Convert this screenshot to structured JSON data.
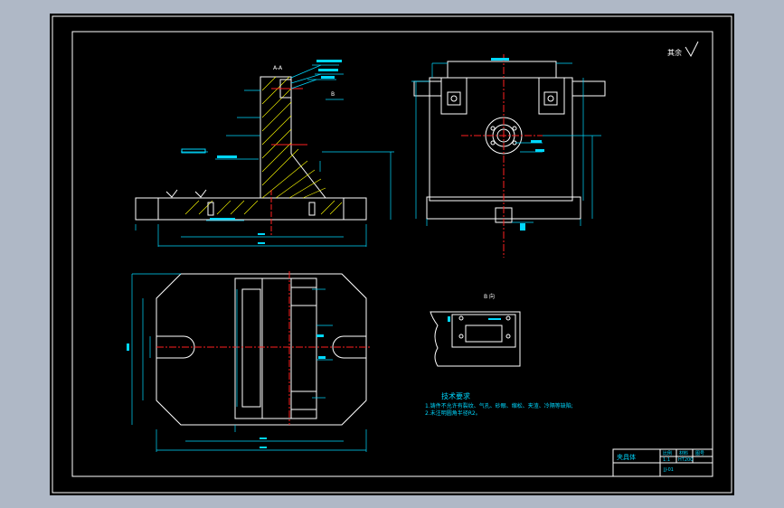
{
  "drawing": {
    "background": "#000000",
    "line_color": "#ffffff",
    "dim_color": "#00d8ff",
    "center_color": "#ff2020",
    "hatch_color": "#ffff00"
  },
  "views": {
    "section_label": "A-A",
    "detail_label": "B 向",
    "arrow_b": "B",
    "roughness_note": "其余"
  },
  "tech_requirements": {
    "title": "技术要求",
    "items": [
      "1.铸件不允许有裂纹、气孔、砂眼、缩松、夹渣、冷隔等缺陷;",
      "2.未注明圆角半径R2。"
    ]
  },
  "title_block": {
    "part_name": "夹具体",
    "scale_header": "比例",
    "material_header": "材料",
    "qty_header": "图号",
    "scale": "1:1",
    "material": "HT200",
    "drawing_no": "JJ-01"
  }
}
